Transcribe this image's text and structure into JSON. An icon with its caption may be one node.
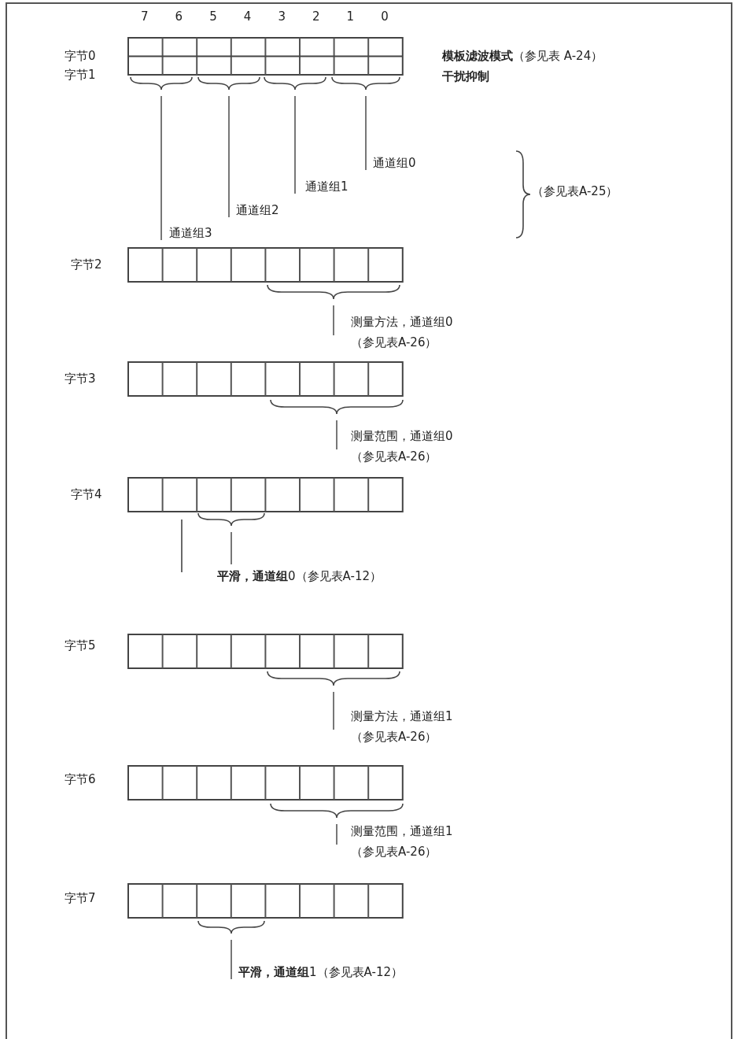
{
  "diagram": {
    "nodes": [
      {
        "text": [
          "通道组0"
        ]
      },
      {
        "text": [
          "通道组1"
        ]
      },
      {
        "text": [
          "通道组2"
        ]
      },
      {
        "text": [
          "通道组3"
        ]
      },
      {
        "text": [
          "测量方法，通道组0（参见表A-26）"
        ]
      },
      {
        "text": [
          "测量范围，通道组0（参见表A-26）"
        ]
      },
      {
        "text": [
          "**平滑，通道组**0（参见表A-12）"
        ]
      },
      {
        "text": [
          "测量方法，通道组1（参见表A-26）"
        ]
      },
      {
        "text": [
          "测量范围，通道组1（参见表A-26）"
        ]
      },
      {
        "text": [
          "**平滑，通道组**1（参见表A-12）"
        ]
      },
      {
        "text": [],
        "shape": "brace"
      },
      {
        "text": [],
        "shape": "brace"
      },
      {
        "text": [],
        "shape": "brace"
      },
      {
        "text": [],
        "shape": "brace"
      },
      {
        "text": [],
        "shape": "brace"
      },
      {
        "text": [],
        "shape": "brace"
      },
      {
        "text": [],
        "shape": "brace"
      },
      {
        "text": [],
        "shape": "brace"
      },
      {
        "text": [],
        "shape": "brace"
      },
      {
        "text": [],
        "shape": "brace"
      }
    ],
    "edges": [
      {
        "from": 0,
        "to": 13,
        "arrow": "none"
      },
      {
        "from": 1,
        "to": 12,
        "arrow": "none"
      },
      {
        "from": 2,
        "to": 11,
        "arrow": "none"
      },
      {
        "from": 3,
        "to": 10,
        "arrow": "none"
      },
      {
        "from": 4,
        "to": 14,
        "arrow": "none"
      },
      {
        "from": 5,
        "to": 15,
        "arrow": "none"
      },
      {
        "from": 6,
        "to": 16,
        "arrow": "none"
      },
      {
        "from": 7,
        "to": 17,
        "arrow": "none"
      },
      {
        "from": 8,
        "to": 18,
        "arrow": "none"
      },
      {
        "from": 9,
        "to": 19,
        "arrow": "none"
      }
    ],
    "labels": [
      "7",
      "6",
      "5",
      "4",
      "3",
      "2",
      "1",
      "0",
      "字节0",
      "**模板滤波模式**（参见表 A-24）",
      "字节1",
      "干扰抑制",
      "（参见表A-25）",
      "字节2",
      "字节3",
      "字节4",
      "字节5",
      "字节6",
      "字节7"
    ]
  }
}
